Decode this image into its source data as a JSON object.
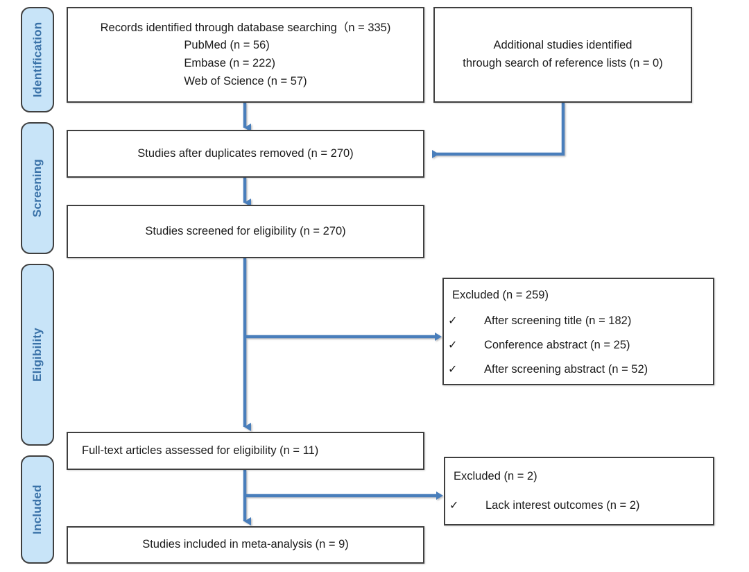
{
  "diagram": {
    "title": "PRISMA study selection flow diagram",
    "accent_blue": "#4a7ebb",
    "tab_fill": "#c8e4f8",
    "tab_text_color": "#3a72a8",
    "box_border_color": "#3f3f3f"
  },
  "phases": [
    {
      "id": "identification",
      "label": "Identification"
    },
    {
      "id": "screening",
      "label": "Screening"
    },
    {
      "id": "eligibility",
      "label": "Eligibility"
    },
    {
      "id": "included",
      "label": "Included"
    }
  ],
  "boxes": {
    "records_identified": {
      "heading": "Records identified through database searching（n = 335)",
      "sources": [
        "PubMed (n = 56)",
        "Embase (n = 222)",
        "Web of Science (n = 57)"
      ]
    },
    "additional_studies": {
      "line1": "Additional studies identified",
      "line2": "through search of reference lists (n = 0)"
    },
    "duplicates_removed": {
      "text": "Studies after duplicates removed (n = 270)"
    },
    "screened": {
      "text": "Studies screened for eligibility (n = 270)"
    },
    "excluded_screening": {
      "heading": "Excluded (n = 259)",
      "check_icon": "check-icon",
      "reasons": [
        "After screening title (n = 182)",
        "Conference abstract (n = 25)",
        "After screening abstract (n = 52)"
      ]
    },
    "full_text": {
      "text": "Full-text articles assessed for eligibility (n = 11)"
    },
    "excluded_fulltext": {
      "heading": "Excluded (n = 2)",
      "check_icon": "check-icon",
      "reasons": [
        "Lack interest outcomes (n = 2)"
      ]
    },
    "included_final": {
      "text": "Studies included in meta-analysis (n = 9)"
    }
  },
  "chart_data": {
    "type": "diagram",
    "title": "PRISMA flow of study selection",
    "nodes": [
      {
        "id": "records_identified",
        "phase": "Identification",
        "n": 335,
        "breakdown": {
          "PubMed": 56,
          "Embase": 222,
          "Web of Science": 57
        }
      },
      {
        "id": "additional_studies",
        "phase": "Identification",
        "n": 0
      },
      {
        "id": "duplicates_removed",
        "phase": "Screening",
        "n": 270
      },
      {
        "id": "screened",
        "phase": "Screening",
        "n": 270
      },
      {
        "id": "excluded_screening",
        "phase": "Eligibility",
        "n": 259,
        "breakdown": {
          "After screening title": 182,
          "Conference abstract": 25,
          "After screening abstract": 52
        }
      },
      {
        "id": "full_text",
        "phase": "Eligibility",
        "n": 11
      },
      {
        "id": "excluded_fulltext",
        "phase": "Included",
        "n": 2,
        "breakdown": {
          "Lack interest outcomes": 2
        }
      },
      {
        "id": "included_final",
        "phase": "Included",
        "n": 9
      }
    ],
    "edges": [
      {
        "from": "records_identified",
        "to": "duplicates_removed"
      },
      {
        "from": "additional_studies",
        "to": "duplicates_removed"
      },
      {
        "from": "duplicates_removed",
        "to": "screened"
      },
      {
        "from": "screened",
        "to": "excluded_screening"
      },
      {
        "from": "screened",
        "to": "full_text"
      },
      {
        "from": "full_text",
        "to": "excluded_fulltext"
      },
      {
        "from": "full_text",
        "to": "included_final"
      }
    ]
  }
}
